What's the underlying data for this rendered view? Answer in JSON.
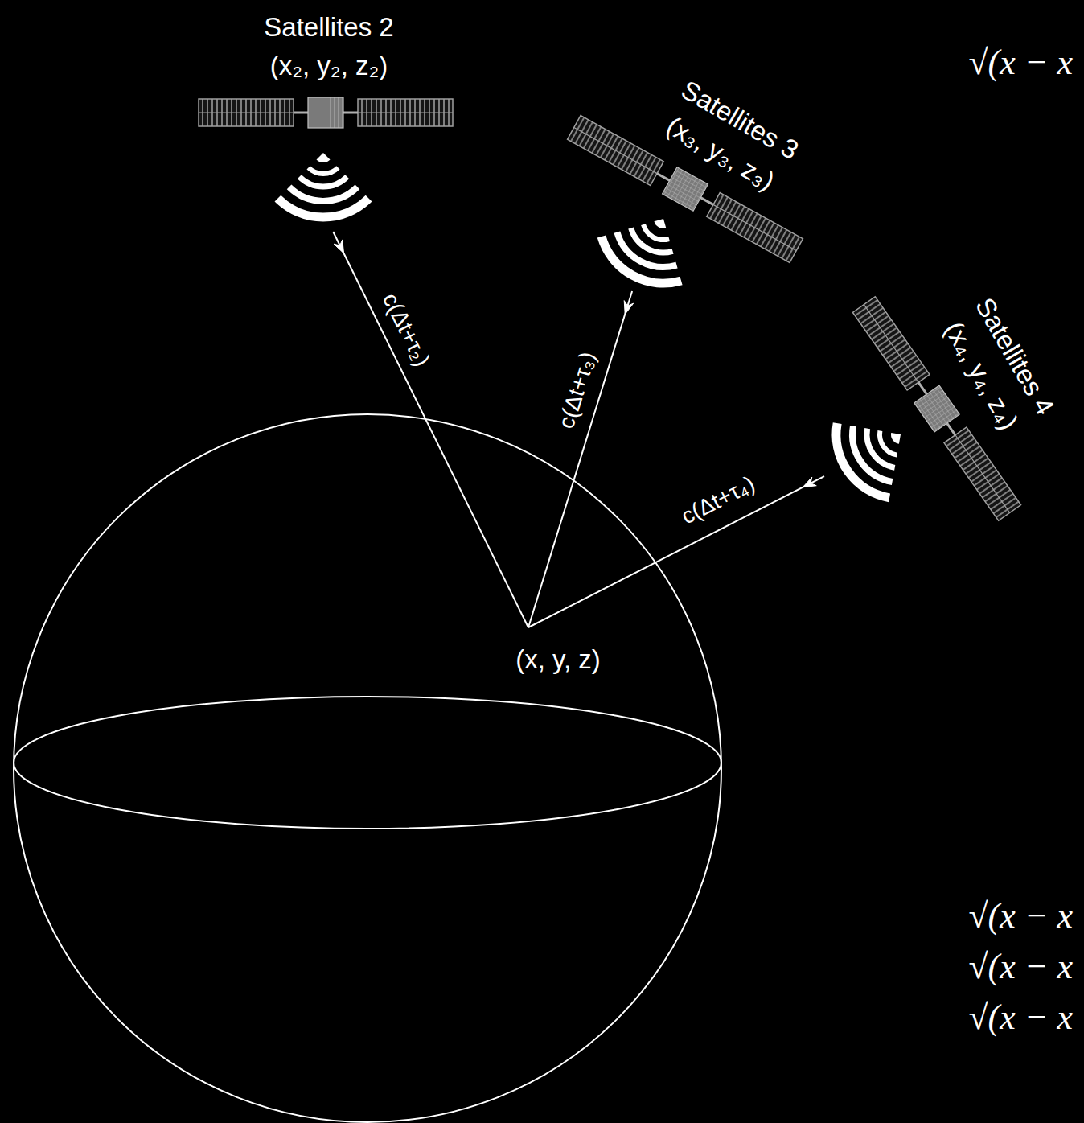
{
  "diagram": {
    "nodes": [
      {
        "text": [
          "Satellites 2",
          "(x₂, y₂, z₂)"
        ]
      },
      {
        "text": [
          "Satellites 3",
          "(x₃, y₃, z₃)"
        ]
      },
      {
        "text": [
          "Satellites 4",
          "(x₄, y₄, z₄)"
        ]
      },
      {
        "text": [
          "(x, y, z)"
        ]
      }
    ],
    "edges": [
      {
        "from": 0,
        "to": 3,
        "label": "c(Δt+τ₂)",
        "arrow": "to"
      },
      {
        "from": 1,
        "to": 3,
        "label": "c(Δt+τ₃)",
        "arrow": "to"
      },
      {
        "from": 2,
        "to": 3,
        "label": "c(Δt+τ₄)",
        "arrow": "to"
      }
    ],
    "labels": [
      "√(x − x",
      "√(x − x",
      "√(x − x",
      "√(x − x"
    ]
  }
}
